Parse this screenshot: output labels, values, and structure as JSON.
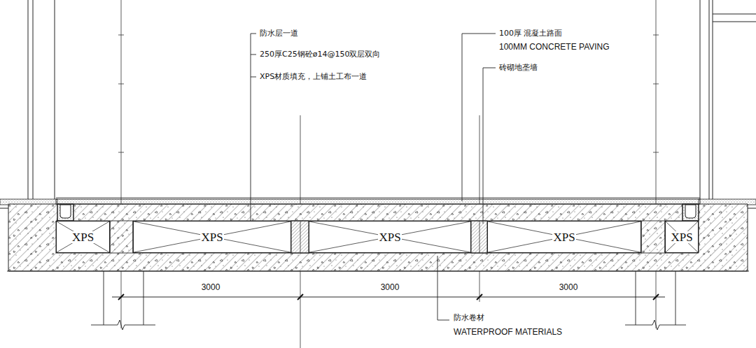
{
  "diagram": {
    "nodes": [
      {
        "text": [
          "XPS"
        ]
      },
      {
        "text": [
          "XPS"
        ]
      },
      {
        "text": [
          "XPS"
        ]
      },
      {
        "text": [
          "XPS"
        ]
      },
      {
        "text": [
          "XPS"
        ]
      }
    ],
    "labels": [
      "防水层一道",
      "250厚C25钢砼ø14@150双层双向",
      "XPS材质填充，上铺土工布一道",
      "100厚 混凝土路面",
      "100MM CONCRETE PAVING",
      "砖砌地垄墙",
      "3000",
      "3000",
      "3000",
      "防水卷材",
      "WATERPROOF MATERIALS"
    ]
  }
}
